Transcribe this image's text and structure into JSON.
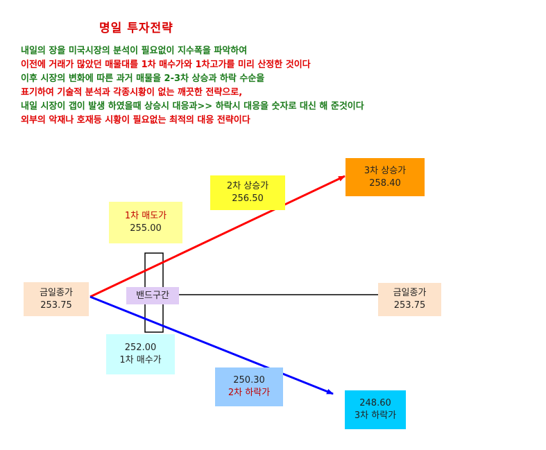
{
  "title": "명일 투자전략",
  "description": [
    {
      "text": "내일의 장을 미국시장의 분석이 필요없이 지수폭을 파악하여",
      "color": "#1a7a1a"
    },
    {
      "text": "이전에 거래가 많았던 매물대를 1차 매수가와 1차고가를 미리 산정한 것이다",
      "color": "#e00000"
    },
    {
      "text": "이후 시장의 변화에 따른 과거 매물을 2-3차 상승과 하락 수순을",
      "color": "#1a7a1a"
    },
    {
      "text": "표기하여 기술적  분석과 각종시황이 없는 깨끗한 전략으로,",
      "color": "#e00000"
    },
    {
      "text": "내일 시장이 갭이 발생 하였을때 상승시 대응과>> 하락시 대응을 숫자로 대신 해 준것이다",
      "color": "#1a7a1a"
    },
    {
      "text": "외부의 악재나 호재등  시황이 필요없는 최적의 대응 전략이다",
      "color": "#e00000"
    }
  ],
  "boxes": {
    "close_left": {
      "label": "금일종가",
      "value": "253.75",
      "bg": "#fde3cb"
    },
    "close_right": {
      "label": "금일종가",
      "value": "253.75",
      "bg": "#fde3cb"
    },
    "band": {
      "label": "밴드구간",
      "bg": "#e0ccf5"
    },
    "sell1": {
      "label": "1차 매도가",
      "value": "255.00",
      "bg": "#ffff99"
    },
    "rise2": {
      "label": "2차 상승가",
      "value": "256.50",
      "bg": "#ffff33"
    },
    "rise3": {
      "label": "3차 상승가",
      "value": "258.40",
      "bg": "#ff9900"
    },
    "buy1": {
      "label": "1차 매수가",
      "value": "252.00",
      "bg": "#ccffff"
    },
    "fall2": {
      "label": "2차 하락가",
      "value": "250.30",
      "bg": "#99ccff"
    },
    "fall3": {
      "label": "3차 하락가",
      "value": "248.60",
      "bg": "#00ccff"
    }
  },
  "colors": {
    "up_arrow": "#ff0000",
    "down_arrow": "#0000ff",
    "flat_line": "#000000"
  }
}
